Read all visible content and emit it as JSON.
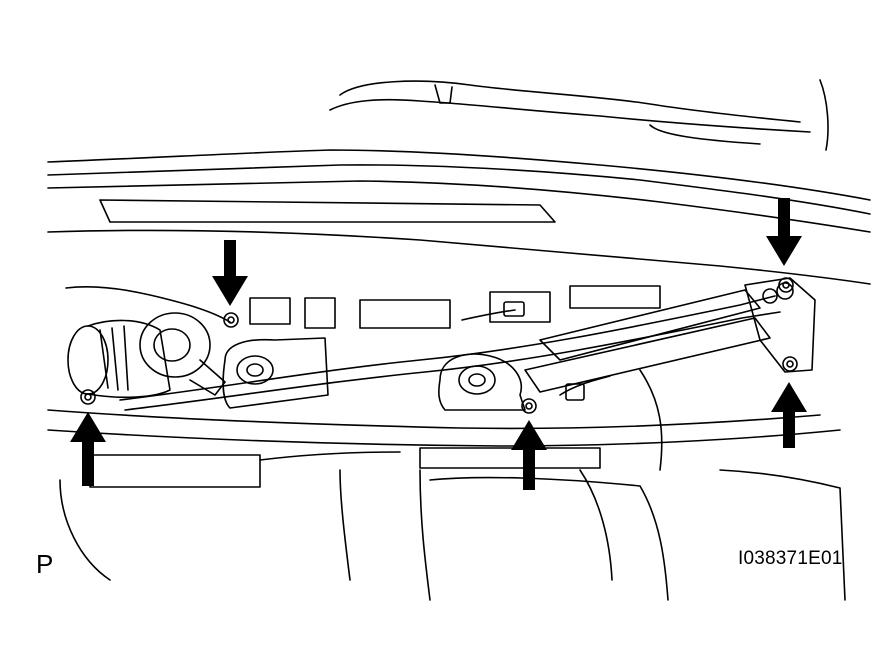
{
  "view_letter": "P",
  "figure_id": "I038371E01",
  "colors": {
    "ink": "#000000",
    "paper": "#ffffff"
  },
  "callouts": [
    {
      "name": "arrow-down-left-bolt",
      "direction": "down"
    },
    {
      "name": "arrow-up-motor-bolt",
      "direction": "up"
    },
    {
      "name": "arrow-up-center-bolt",
      "direction": "up"
    },
    {
      "name": "arrow-down-right-bolt",
      "direction": "down"
    },
    {
      "name": "arrow-up-right-bolt",
      "direction": "up"
    }
  ]
}
